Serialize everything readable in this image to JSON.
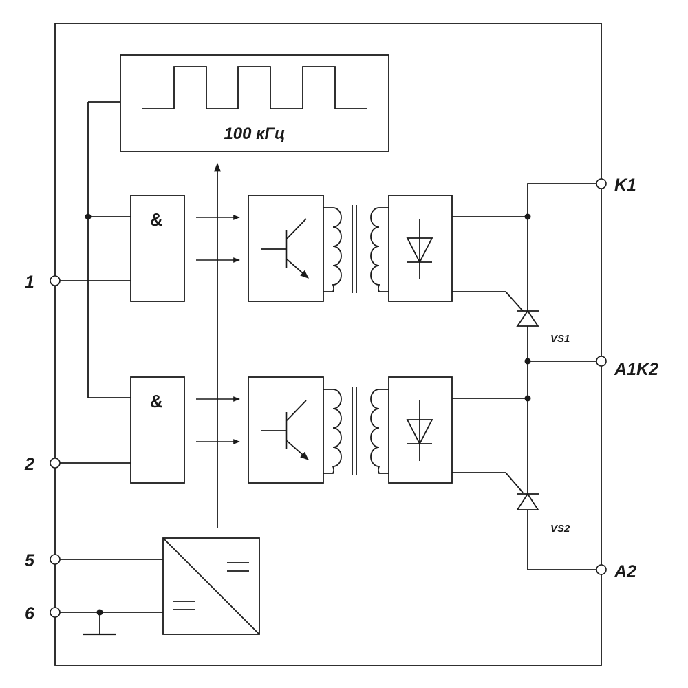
{
  "oscillator": {
    "label": "100 кГц"
  },
  "gates": [
    {
      "label": "&"
    },
    {
      "label": "&"
    }
  ],
  "thyristors": [
    {
      "label": "VS1"
    },
    {
      "label": "VS2"
    }
  ],
  "pins_left": [
    {
      "label": "1"
    },
    {
      "label": "2"
    },
    {
      "label": "5"
    },
    {
      "label": "6"
    }
  ],
  "pins_right": [
    {
      "label": "K1"
    },
    {
      "label": "A1K2"
    },
    {
      "label": "A2"
    }
  ],
  "colors": {
    "ink": "#1a1a1a",
    "background": "#ffffff"
  }
}
